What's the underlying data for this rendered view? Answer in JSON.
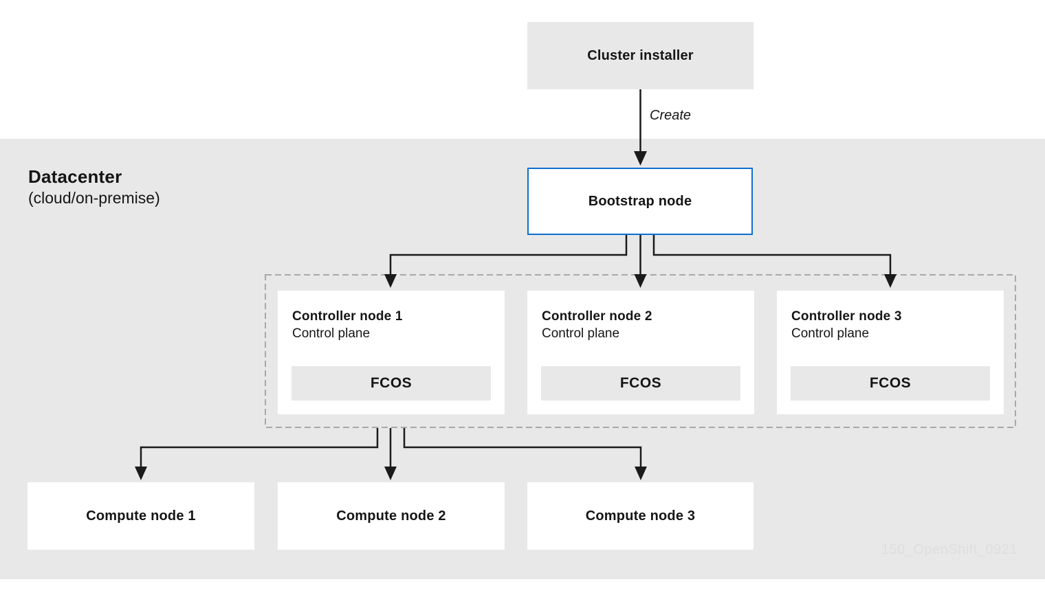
{
  "diagram": {
    "installer": {
      "label": "Cluster installer"
    },
    "create_arrow": {
      "label": "Create"
    },
    "datacenter": {
      "title": "Datacenter",
      "subtitle": "(cloud/on-premise)"
    },
    "bootstrap": {
      "label": "Bootstrap node"
    },
    "controllers": [
      {
        "title": "Controller node 1",
        "subtitle": "Control plane",
        "os": "FCOS"
      },
      {
        "title": "Controller node 2",
        "subtitle": "Control plane",
        "os": "FCOS"
      },
      {
        "title": "Controller node 3",
        "subtitle": "Control plane",
        "os": "FCOS"
      }
    ],
    "computes": [
      {
        "label": "Compute node 1"
      },
      {
        "label": "Compute node 2"
      },
      {
        "label": "Compute node 3"
      }
    ],
    "watermark": "150_OpenShift_0921",
    "colors": {
      "background_band": "#e8e8e8",
      "box_gray": "#e8e8e8",
      "accent_blue": "#0d6ed1",
      "text": "#151515",
      "dashed_border": "#a8a8a8",
      "watermark": "#dedede"
    }
  }
}
